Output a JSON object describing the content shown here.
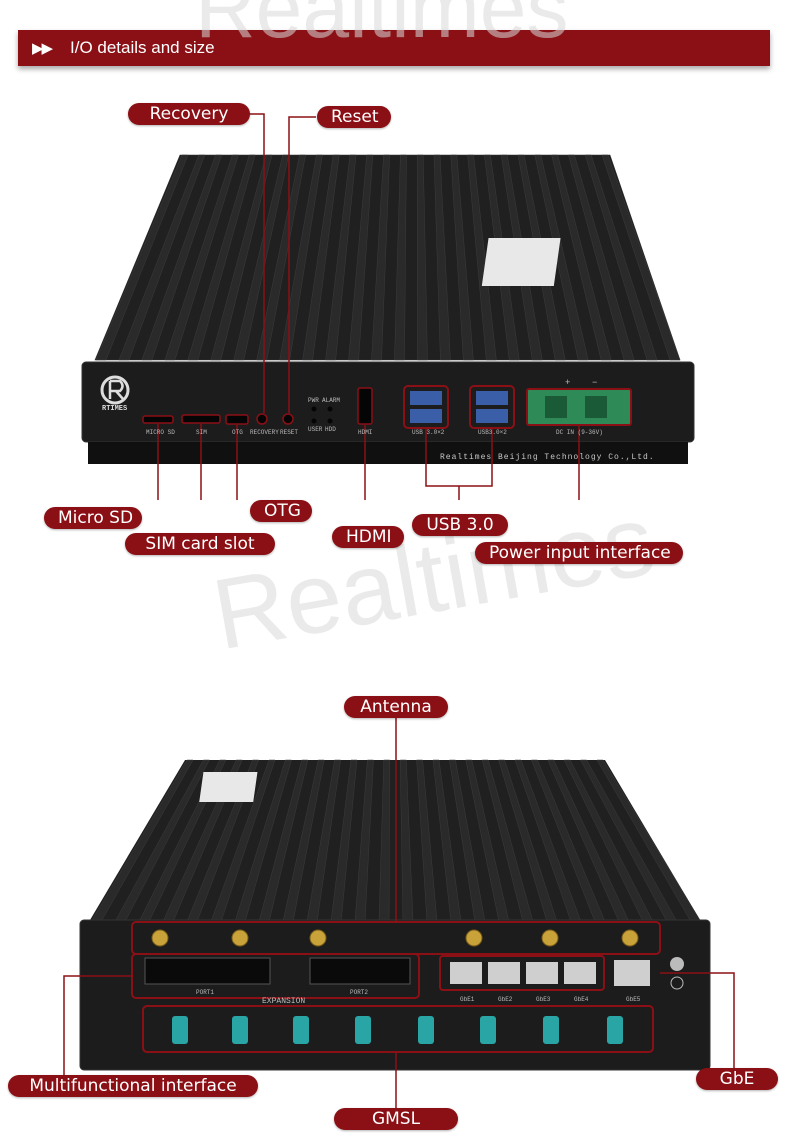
{
  "header": {
    "title": "I/O details and size",
    "arrow_icon": "double-play-arrow-icon"
  },
  "watermark": {
    "text": "Realtimes"
  },
  "colors": {
    "accent": "#8b1016",
    "device_body": "#1b1b1b",
    "terminal_green": "#2e8b57",
    "gmsl_teal": "#2aa5a5",
    "sma_gold": "#c9a23a"
  },
  "top_view": {
    "labels": {
      "recovery": "Recovery",
      "reset": "Reset",
      "micro_sd": "Micro SD",
      "sim_card_slot": "SIM card slot",
      "otg": "OTG",
      "hdmi": "HDMI",
      "usb3": "USB 3.0",
      "power_input": "Power input interface"
    },
    "panel_text": {
      "brand": "RTIMES",
      "micro_sd": "MICRO SD",
      "sim": "SIM",
      "otg": "OTG",
      "recovery": "RECOVERY",
      "reset": "RESET",
      "pwr": "PWR",
      "alarm": "ALARM",
      "user": "USER",
      "hdd": "HDD",
      "hdmi": "HDMI",
      "usb_a": "USB 3.0×2",
      "usb_b": "USB3.0×2",
      "dc": "DC IN (9-36V)",
      "plus": "+",
      "minus": "−",
      "company": "Realtimes Beijing Technology Co.,Ltd."
    }
  },
  "bottom_view": {
    "labels": {
      "antenna": "Antenna",
      "multifunctional": "Multifunctional interface",
      "gmsl": "GMSL",
      "gbe": "GbE"
    },
    "panel_text": {
      "expansion": "EXPANSION",
      "port1": "PORT1",
      "port2": "PORT2",
      "gbe_ports": [
        "GbE1",
        "GbE2",
        "GbE3",
        "GbE4",
        "GbE5"
      ]
    }
  }
}
